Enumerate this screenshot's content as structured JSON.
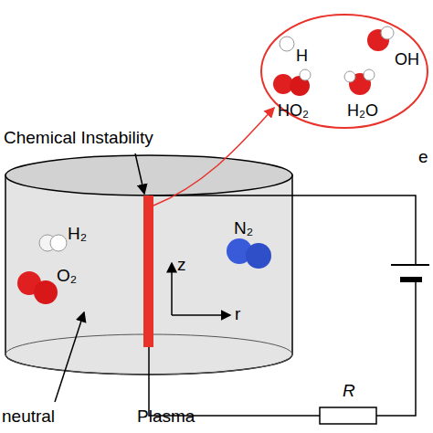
{
  "diagram": {
    "nodes": [
      {
        "text": [
          "H",
          "OH",
          "HO₂",
          "H₂O"
        ]
      }
    ],
    "labels": [
      "Chemical Instability",
      "H₂",
      "O₂",
      "N₂",
      "z",
      "r",
      "neutral",
      "Plasma",
      "e",
      "R"
    ]
  }
}
